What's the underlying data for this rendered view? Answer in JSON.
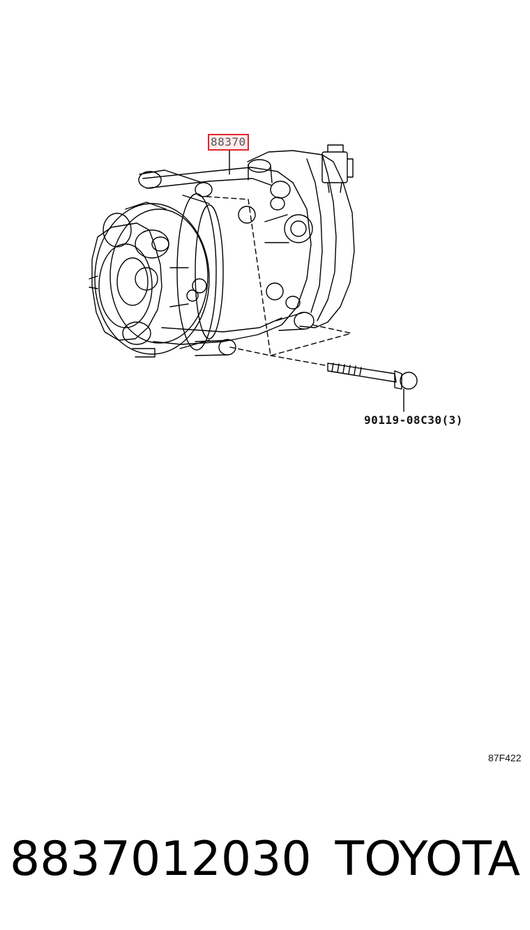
{
  "callouts": {
    "main_part": "88370",
    "bolt_part": "90119-08C30(3)"
  },
  "reference_code": "87F422",
  "footer": {
    "part_number": "8837012030",
    "brand": "TOYOTA"
  },
  "colors": {
    "highlight_border": "#e0262b",
    "highlight_fill": "#fdeaea",
    "line_art": "#000000"
  }
}
